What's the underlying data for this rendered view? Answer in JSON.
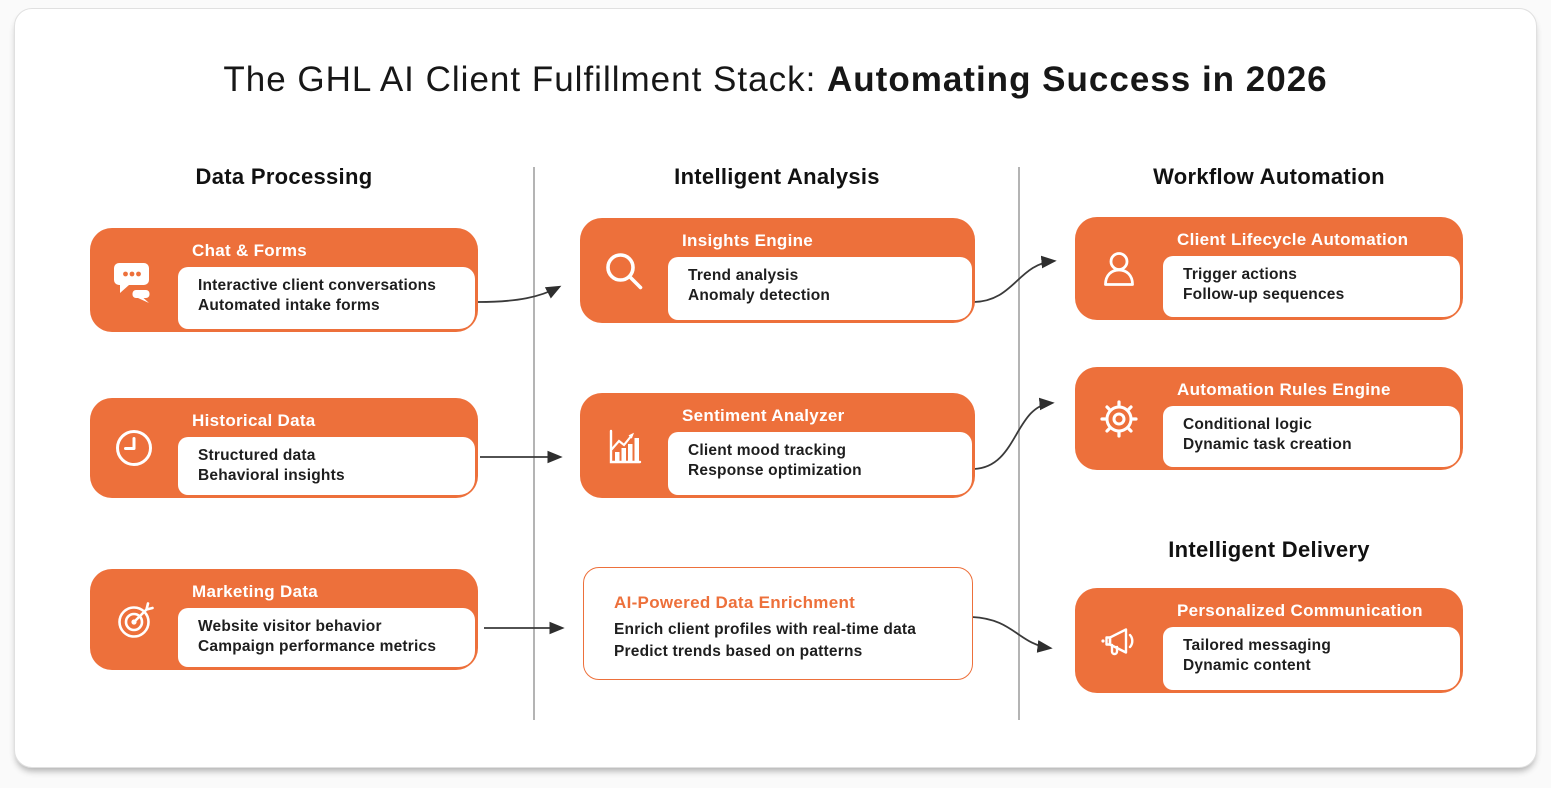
{
  "title": {
    "normal": "The GHL AI Client Fulfillment Stack: ",
    "bold": "Automating Success in 2026"
  },
  "colors": {
    "accent": "#ED703B",
    "divider": "#B4B4B4",
    "text": "#1E1E1E",
    "arrow": "#3A3A3A"
  },
  "columns": [
    {
      "header": "Data Processing",
      "cards": [
        {
          "icon": "chat-icon",
          "title": "Chat & Forms",
          "lines": [
            "Interactive client conversations",
            "Automated intake forms"
          ]
        },
        {
          "icon": "clock-icon",
          "title": "Historical Data",
          "lines": [
            "Structured data",
            "Behavioral insights"
          ]
        },
        {
          "icon": "target-icon",
          "title": "Marketing Data",
          "lines": [
            "Website visitor behavior",
            "Campaign performance metrics"
          ]
        }
      ]
    },
    {
      "header": "Intelligent Analysis",
      "cards": [
        {
          "icon": "search-icon",
          "title": "Insights Engine",
          "lines": [
            "Trend analysis",
            "Anomaly detection"
          ]
        },
        {
          "icon": "chart-icon",
          "title": "Sentiment Analyzer",
          "lines": [
            "Client mood tracking",
            "Response optimization"
          ]
        },
        {
          "style": "outlined",
          "title": "AI-Powered Data Enrichment",
          "lines": [
            "Enrich client profiles with real-time data",
            "Predict trends based on patterns"
          ]
        }
      ]
    },
    {
      "header": "Workflow Automation",
      "subheader": "Intelligent Delivery",
      "cards": [
        {
          "icon": "user-icon",
          "title": "Client Lifecycle Automation",
          "lines": [
            "Trigger actions",
            "Follow-up sequences"
          ]
        },
        {
          "icon": "gear-icon",
          "title": "Automation Rules Engine",
          "lines": [
            "Conditional logic",
            "Dynamic task creation"
          ]
        },
        {
          "icon": "megaphone-icon",
          "title": "Personalized Communication",
          "lines": [
            "Tailored messaging",
            "Dynamic content"
          ]
        }
      ]
    }
  ],
  "connections": [
    {
      "from": "Chat & Forms",
      "to": "Insights Engine"
    },
    {
      "from": "Historical Data",
      "to": "Sentiment Analyzer"
    },
    {
      "from": "Marketing Data",
      "to": "AI-Powered Data Enrichment"
    },
    {
      "from": "Insights Engine",
      "to": "Client Lifecycle Automation"
    },
    {
      "from": "Sentiment Analyzer",
      "to": "Automation Rules Engine"
    },
    {
      "from": "AI-Powered Data Enrichment",
      "to": "Personalized Communication"
    }
  ]
}
